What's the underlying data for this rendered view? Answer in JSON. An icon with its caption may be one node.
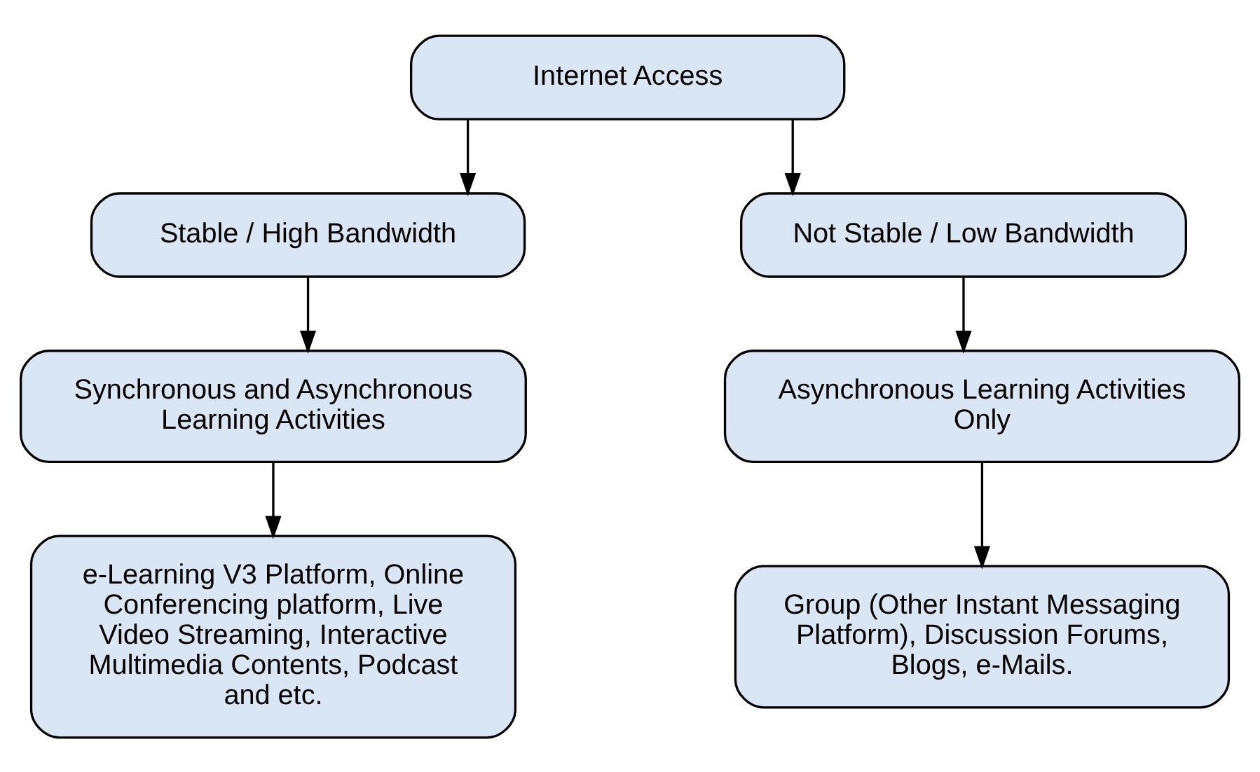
{
  "diagram": {
    "nodes": [
      {
        "text": [
          "Internet Access"
        ]
      },
      {
        "text": [
          "Stable / High Bandwidth"
        ]
      },
      {
        "text": [
          "Not Stable / Low Bandwidth"
        ]
      },
      {
        "text": [
          "Synchronous and Asynchronous Learning Activities"
        ]
      },
      {
        "text": [
          "Asynchronous Learning Activities Only"
        ]
      },
      {
        "text": [
          "e-Learning V3 Platform, Online Conferencing platform, Live Video Streaming, Interactive Multimedia Contents, Podcast and etc."
        ]
      },
      {
        "text": [
          "Group (Other Instant Messaging Platform), Discussion Forums, Blogs, e-Mails."
        ]
      }
    ],
    "edges": [
      {
        "from": 0,
        "to": 1,
        "arrow": "to"
      },
      {
        "from": 0,
        "to": 2,
        "arrow": "to"
      },
      {
        "from": 1,
        "to": 3,
        "arrow": "to"
      },
      {
        "from": 2,
        "to": 4,
        "arrow": "to"
      },
      {
        "from": 3,
        "to": 5,
        "arrow": "to"
      },
      {
        "from": 4,
        "to": 6,
        "arrow": "to"
      }
    ]
  }
}
